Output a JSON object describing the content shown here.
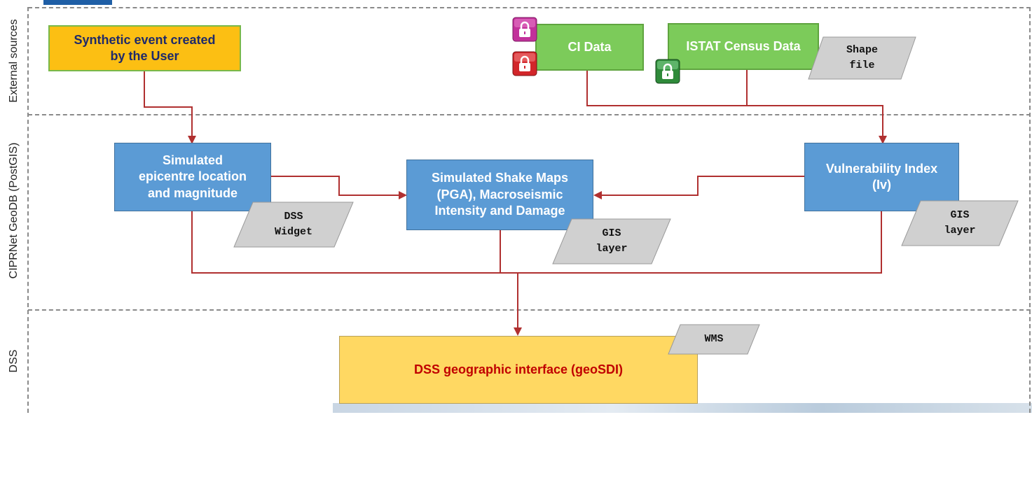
{
  "lanes": {
    "external": "External sources",
    "geodb": "CIPRNet GeoDB (PostGIS)",
    "dss": "DSS"
  },
  "nodes": {
    "synthetic_event": "Synthetic event created\nby the User",
    "ci_data": "CI Data",
    "istat_census": "ISTAT Census Data",
    "epicentre": "Simulated\nepicentre location\nand magnitude",
    "shake_maps": "Simulated Shake Maps\n(PGA), Macroseismic\nIntensity and Damage",
    "vulnerability": "Vulnerability Index\n(Iv)",
    "dss_interface": "DSS geographic interface (geoSDI)"
  },
  "tags": {
    "shape_file": "Shape\nfile",
    "dss_widget": "DSS\nWidget",
    "gis_layer_shake": "GIS\nlayer",
    "gis_layer_vuln": "GIS\nlayer",
    "wms": "WMS"
  },
  "icons": {
    "lock_magenta": "lock-icon",
    "lock_red": "lock-icon",
    "lock_green": "lock-icon"
  },
  "colors": {
    "orange_box": "#fcbf13",
    "green_box": "#7ccb5a",
    "blue_box": "#5b9bd5",
    "yellow_box": "#ffd862",
    "dss_text": "#c00000",
    "edge": "#b03030",
    "tag_fill": "#d0d0d0"
  }
}
